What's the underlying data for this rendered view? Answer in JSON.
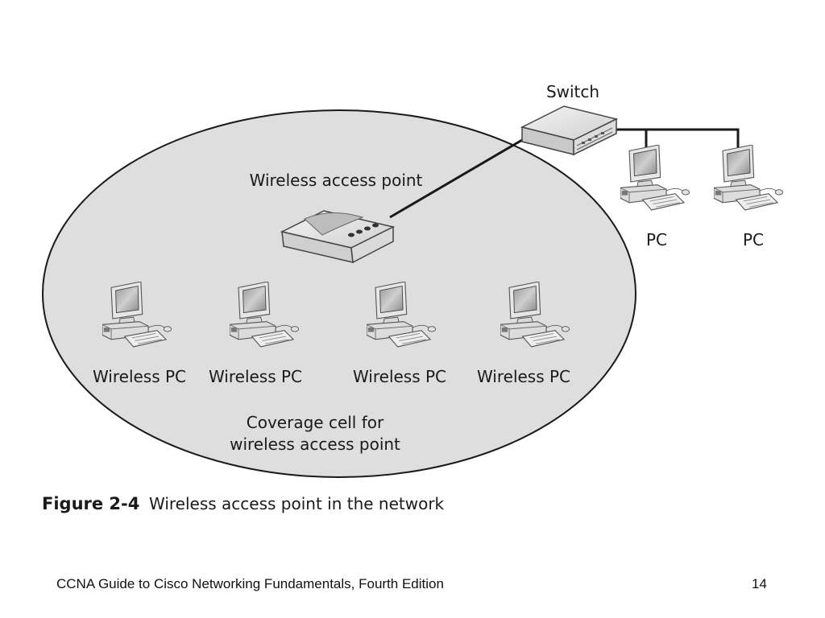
{
  "diagram": {
    "switch_label": "Switch",
    "access_point_label": "Wireless access point",
    "wired_pcs": [
      {
        "label": "PC"
      },
      {
        "label": "PC"
      }
    ],
    "wireless_pcs": [
      {
        "label": "Wireless PC"
      },
      {
        "label": "Wireless PC"
      },
      {
        "label": "Wireless PC"
      },
      {
        "label": "Wireless PC"
      }
    ],
    "coverage_label_line1": "Coverage cell for",
    "coverage_label_line2": "wireless access point"
  },
  "figure": {
    "number": "Figure 2-4",
    "caption": "Wireless access point in the network"
  },
  "footer": {
    "book_title": "CCNA Guide to Cisco Networking Fundamentals, Fourth Edition",
    "page_number": "14"
  }
}
